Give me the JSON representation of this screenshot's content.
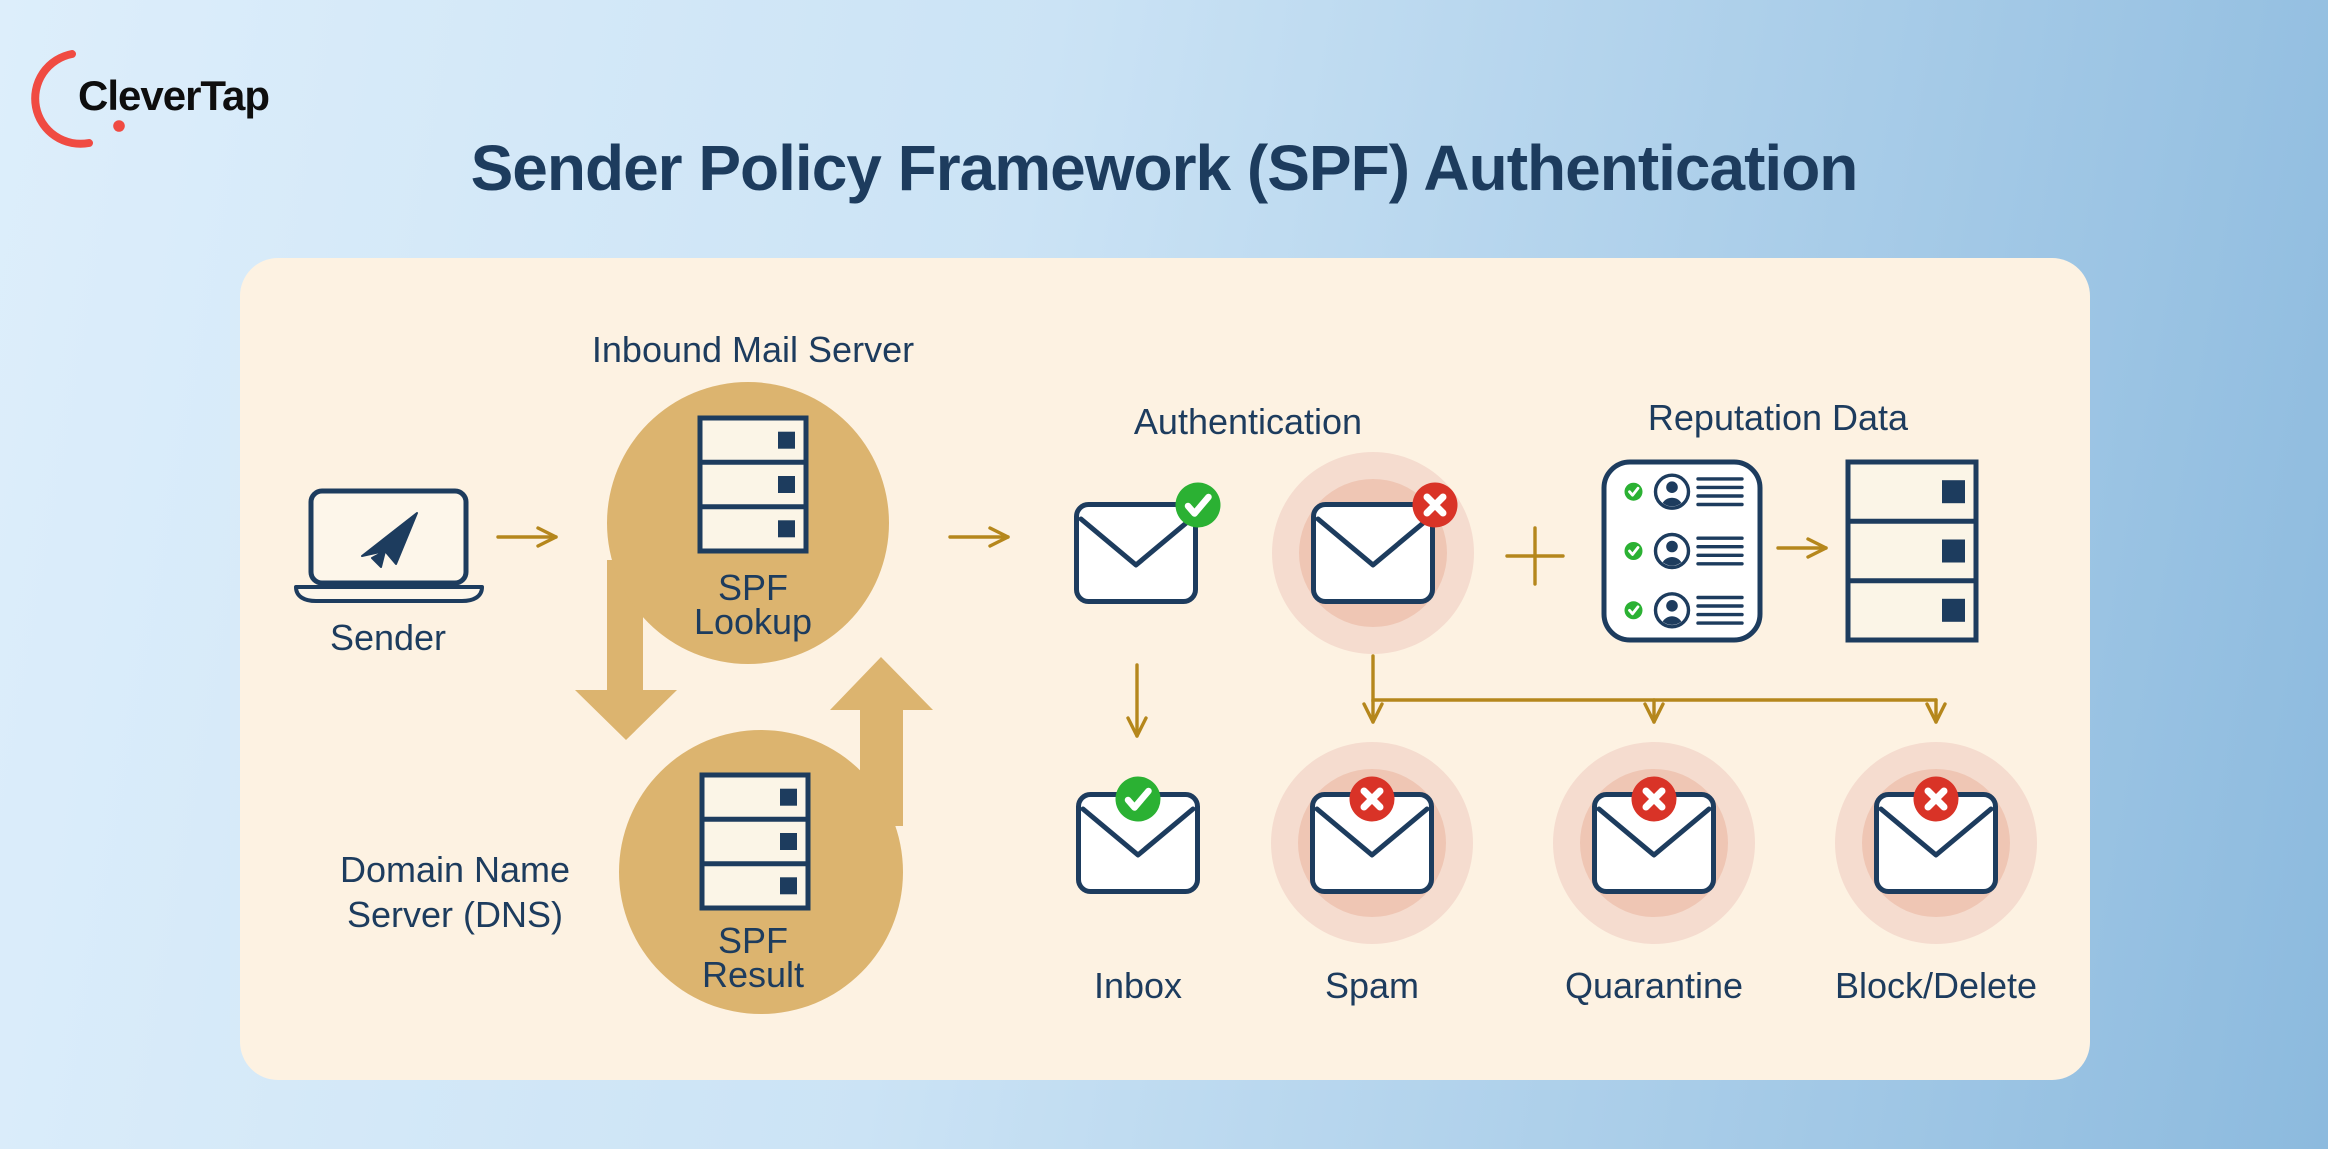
{
  "brand": {
    "name": "CleverTap"
  },
  "title": "Sender Policy Framework (SPF) Authentication",
  "diagram": {
    "sender": {
      "label": "Sender"
    },
    "inbound_mail_server": {
      "label": "Inbound Mail Server"
    },
    "spf_lookup": {
      "line1": "SPF",
      "line2": "Lookup"
    },
    "dns": {
      "line1": "Domain Name",
      "line2": "Server (DNS)"
    },
    "spf_result": {
      "line1": "SPF",
      "line2": "Result"
    },
    "authentication": {
      "label": "Authentication"
    },
    "reputation_data": {
      "label": "Reputation Data"
    },
    "outcomes": {
      "inbox": "Inbox",
      "spam": "Spam",
      "quarantine": "Quarantine",
      "block_delete": "Block/Delete"
    }
  },
  "colors": {
    "background_blue": "#8cbade",
    "panel_cream": "#fdf2e2",
    "navy": "#1d3c5e",
    "gold_fill": "#dcb46f",
    "gold_arrow": "#b5871c",
    "green": "#2bb133",
    "red": "#d93327",
    "halo_outer": "#f5dccf",
    "halo_inner": "#efc6b4",
    "logo_red": "#f04b42"
  }
}
